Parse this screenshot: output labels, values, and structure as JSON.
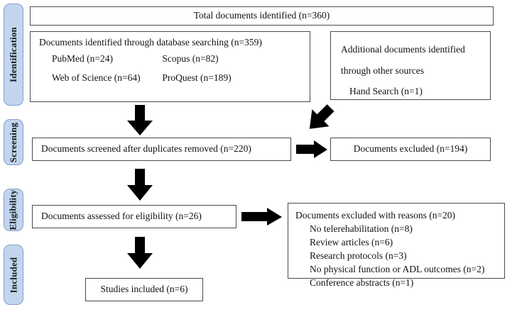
{
  "diagram": {
    "title": "PRISMA flow diagram",
    "accent_color": "#c3d5ee",
    "accent_border_color": "#7f9fd0",
    "box_border_color": "#4a4a4a",
    "arrow_color": "#000000"
  },
  "stages": [
    {
      "label": "Identification",
      "name": "stage-identification"
    },
    {
      "label": "Screening",
      "name": "stage-screening"
    },
    {
      "label": "Eligibility",
      "name": "stage-eligibility"
    },
    {
      "label": "Included",
      "name": "stage-included"
    }
  ],
  "boxes": {
    "total": {
      "text": "Total documents identified (n=360)"
    },
    "database": {
      "heading": "Documents identified through database searching (n=359)",
      "sources": [
        {
          "left": "PubMed (n=24)",
          "right": "Scopus (n=82)"
        },
        {
          "left": "Web of Science (n=64)",
          "right": "ProQuest (n=189)"
        }
      ]
    },
    "additional": {
      "line1": "Additional documents identified",
      "line2": "through other sources",
      "line3": "Hand Search (n=1)"
    },
    "screened": {
      "text": "Documents screened after duplicates removed (n=220)"
    },
    "excluded": {
      "text": "Documents excluded (n=194)"
    },
    "eligibility": {
      "text": "Documents assessed for eligibility (n=26)"
    },
    "excluded_reasons": {
      "heading": "Documents excluded with reasons (n=20)",
      "items": [
        "No telerehabilitation (n=8)",
        "Review articles (n=6)",
        "Research protocols (n=3)",
        "No physical function or ADL outcomes (n=2)",
        "Conference abstracts (n=1)"
      ]
    },
    "included": {
      "text": "Studies included (n=6)"
    }
  },
  "arrows": [
    {
      "name": "arrow-down-identification-to-screening",
      "direction": "down"
    },
    {
      "name": "arrow-diagonal-additional-to-screening",
      "direction": "down-left"
    },
    {
      "name": "arrow-right-screened-to-excluded",
      "direction": "right"
    },
    {
      "name": "arrow-down-screening-to-eligibility",
      "direction": "down"
    },
    {
      "name": "arrow-right-eligibility-to-excluded-reasons",
      "direction": "right"
    },
    {
      "name": "arrow-down-eligibility-to-included",
      "direction": "down"
    }
  ]
}
